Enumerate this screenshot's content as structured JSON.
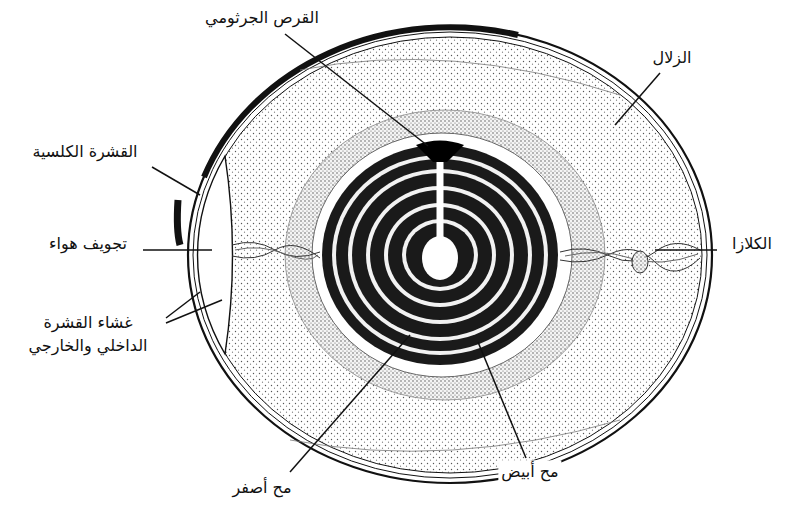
{
  "diagram": {
    "labels": [
      "القرص الجرثومي",
      "الزلال",
      "القشرة الكلسية",
      "تجويف هواء",
      "الكلازا",
      "غشاء القشرة الداخلي والخارجي",
      "مح أصفر",
      "مح أبيض"
    ]
  }
}
